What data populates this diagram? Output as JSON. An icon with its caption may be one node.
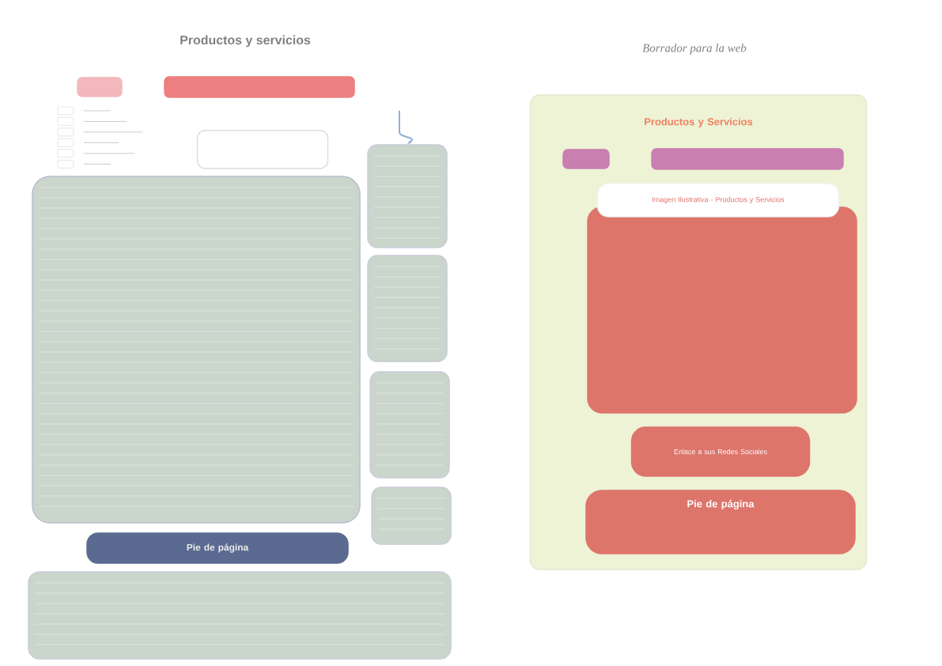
{
  "diagram": {
    "title": "Productos y servicios",
    "nodes": [
      {
        "text": [],
        "shape": "box"
      },
      {
        "text": [],
        "shape": "box"
      },
      {
        "text": [],
        "shape": "box"
      },
      {
        "text": [],
        "shape": "box"
      },
      {
        "text": [],
        "shape": "box"
      },
      {
        "text": [],
        "shape": "box"
      },
      {
        "text": [],
        "shape": "box"
      },
      {
        "text": [],
        "shape": "box"
      },
      {
        "text": [
          "Pie de página"
        ]
      },
      {
        "text": [],
        "shape": "box"
      },
      {
        "text": [
          "Productos y Servicios"
        ]
      },
      {
        "text": [],
        "shape": "box",
        "in": 10
      },
      {
        "text": [],
        "shape": "box",
        "in": 10
      },
      {
        "text": [],
        "shape": "box",
        "in": 10
      },
      {
        "text": [
          "Imagen Ilustrativa - Productos y Servicios"
        ],
        "in": 10
      },
      {
        "text": [
          "Enlace a sus Redes Sociales"
        ],
        "in": 10
      },
      {
        "text": [
          "Pie de página"
        ],
        "in": 10
      }
    ],
    "edges": [
      {
        "from": null,
        "to": 4,
        "arrow": "to",
        "color": "#8fb0d8"
      }
    ],
    "labels": [
      "Borrador para la web"
    ]
  }
}
